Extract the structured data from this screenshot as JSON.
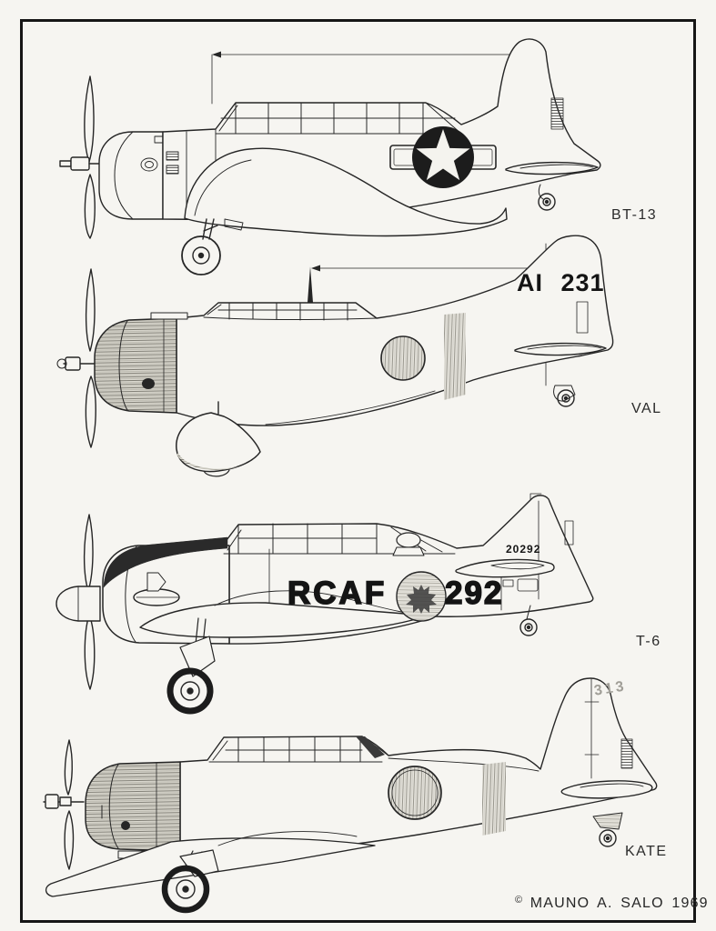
{
  "page": {
    "paper_color": "#f6f5f1",
    "ink_color": "#262626"
  },
  "figure": {
    "aircraft": [
      {
        "name": "BT-13",
        "insignia": "us-star-and-bar"
      },
      {
        "name": "VAL",
        "insignia": "hinomaru",
        "tail_code": "AI 231"
      },
      {
        "name": "T-6",
        "insignia": "rcaf-roundel",
        "fuselage_text": "RCAF",
        "fuselage_number": "292",
        "fin_number": "20292"
      },
      {
        "name": "KATE",
        "insignia": "hinomaru",
        "fin_number": "313"
      }
    ],
    "credit_symbol": "©",
    "credit_name": "MAUNO A. SALO 1969"
  }
}
